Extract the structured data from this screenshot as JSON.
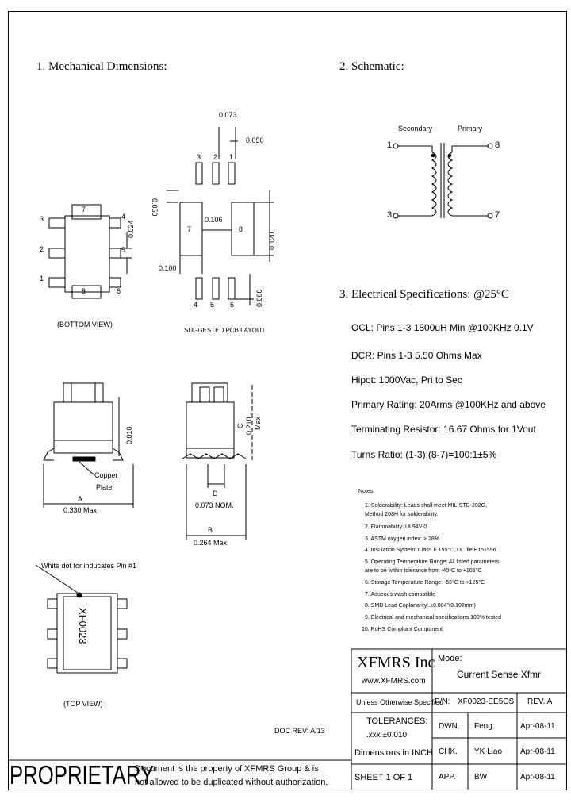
{
  "headings": {
    "mech": "1. Mechanical Dimensions:",
    "schem": "2. Schematic:",
    "elec": "3. Electrical Specifications: @25°C"
  },
  "dims": {
    "d073": "0.073",
    "d050": "0.050",
    "d050v": "0.050",
    "d024": "0.024",
    "d106": "0.106",
    "d120": "0.120",
    "d100": "0.100",
    "d060": "0.060",
    "d010": "0.010",
    "d210": "0.210",
    "max": "Max",
    "c": "C",
    "a": "A",
    "a_val": "0.330 Max",
    "d": "D",
    "d_val": "0.073 NOM.",
    "b": "B",
    "b_val": "0.264 Max"
  },
  "pins": {
    "bv_left": [
      "3",
      "2",
      "1"
    ],
    "bv_right": [
      "4",
      "5",
      "6"
    ],
    "bv_top": "7",
    "bv_bot": "8",
    "pcb_top": [
      "3",
      "2",
      "1"
    ],
    "pcb_bot": [
      "4",
      "5",
      "6"
    ],
    "pcb_l": "7",
    "pcb_r": "8"
  },
  "labels": {
    "bottom_view": "(BOTTOM VIEW)",
    "pcb_layout": "SUGGESTED PCB LAYOUT",
    "copper": "Copper",
    "plate": "Plate",
    "white_dot": "White dot for inducates Pin #1",
    "marking": "XF0023",
    "top_view": "(TOP VIEW)",
    "doc_rev": "DOC REV: A/13"
  },
  "schematic": {
    "secondary": "Secondary",
    "primary": "Primary",
    "p1": "1",
    "p3": "3",
    "p8": "8",
    "p7": "7"
  },
  "specs": [
    "OCL: Pins 1-3 1800uH Min @100KHz 0.1V",
    "DCR: Pins 1-3 5.50 Ohms Max",
    "Hipot: 1000Vac, Pri to Sec",
    "Primary Rating: 20Arms @100KHz and above",
    "Terminating Resistor: 16.67 Ohms for 1Vout",
    "Turns Ratio: (1-3):(8-7)=100:1±5%"
  ],
  "notes_title": "Notes:",
  "notes": [
    "1. Solderability: Leads shall meet MIL-STD-202G,",
    "   Method 208H for solderability.",
    "2. Flammability: UL94V-0",
    "3. ASTM oxygen index: > 28%",
    "4. Insulation System: Class F 155°C, UL file E151556",
    "5. Operating Temperature Range: All listed parameters",
    "   are to be within tolerance from -40°C to +105°C",
    "6. Storage Temperature Range: -55°C to +125°C",
    "7. Aqueous wash compatible",
    "8. SMD Lead Coplanarity: ±0.004\"(0.102mm)",
    "9. Electrical and mechanical specifications 100% tested",
    "10. RoHS Compliant Component"
  ],
  "title_block": {
    "company": "XFMRS Inc",
    "url": "www.XFMRS.com",
    "model_label": "Mode:",
    "model_value": "Current Sense Xfmr",
    "unless": "Unless Otherwise Specified",
    "pn_label": "P/N:",
    "pn_value": "XF0023-EE5CS",
    "rev": "REV. A",
    "tol_title": "TOLERANCES:",
    "tol_val": ".xxx ±0.010",
    "dim_units": "Dimensions in INCH",
    "dwn": "DWN.",
    "dwn_name": "Feng",
    "dwn_date": "Apr-08-11",
    "chk": "CHK.",
    "chk_name": "YK Liao",
    "chk_date": "Apr-08-11",
    "app": "APP.",
    "app_name": "BW",
    "app_date": "Apr-08-11",
    "sheet": "SHEET 1 OF 1"
  },
  "proprietary": {
    "word": "PROPRIETARY",
    "line1": "Document is the property of XFMRS Group & is",
    "line2": "not allowed to be duplicated without authorization."
  }
}
